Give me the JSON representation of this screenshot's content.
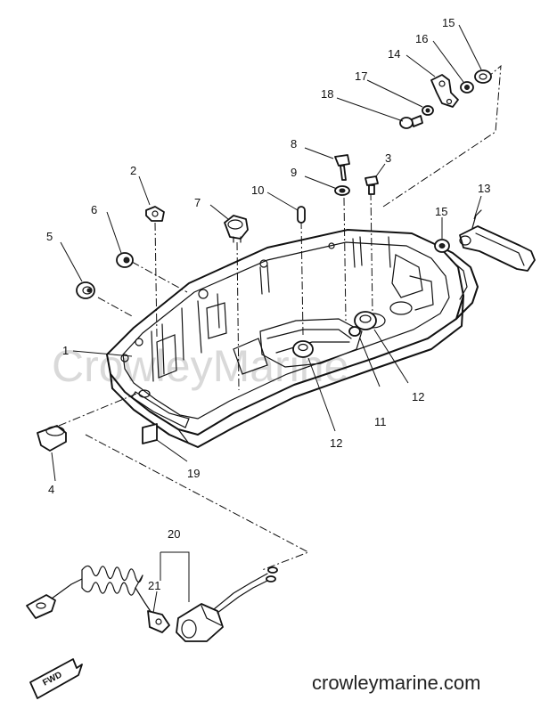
{
  "diagram": {
    "callouts": [
      {
        "id": "c1",
        "text": "1"
      },
      {
        "id": "c2",
        "text": "2"
      },
      {
        "id": "c3",
        "text": "3"
      },
      {
        "id": "c4",
        "text": "4"
      },
      {
        "id": "c5",
        "text": "5"
      },
      {
        "id": "c6",
        "text": "6"
      },
      {
        "id": "c7",
        "text": "7"
      },
      {
        "id": "c8",
        "text": "8"
      },
      {
        "id": "c9",
        "text": "9"
      },
      {
        "id": "c10",
        "text": "10"
      },
      {
        "id": "c11",
        "text": "11"
      },
      {
        "id": "c12a",
        "text": "12"
      },
      {
        "id": "c12b",
        "text": "12"
      },
      {
        "id": "c13",
        "text": "13"
      },
      {
        "id": "c14",
        "text": "14"
      },
      {
        "id": "c15a",
        "text": "15"
      },
      {
        "id": "c15b",
        "text": "15"
      },
      {
        "id": "c16",
        "text": "16"
      },
      {
        "id": "c17",
        "text": "17"
      },
      {
        "id": "c18",
        "text": "18"
      },
      {
        "id": "c19",
        "text": "19"
      },
      {
        "id": "c20",
        "text": "20"
      },
      {
        "id": "c21",
        "text": "21"
      }
    ],
    "fwd_tag": "FWD",
    "watermark": "CrowleyMarine",
    "site_url": "crowleymarine.com"
  },
  "colors": {
    "ink": "#111111",
    "paper": "#ffffff",
    "watermark": "#d9d9d9"
  }
}
